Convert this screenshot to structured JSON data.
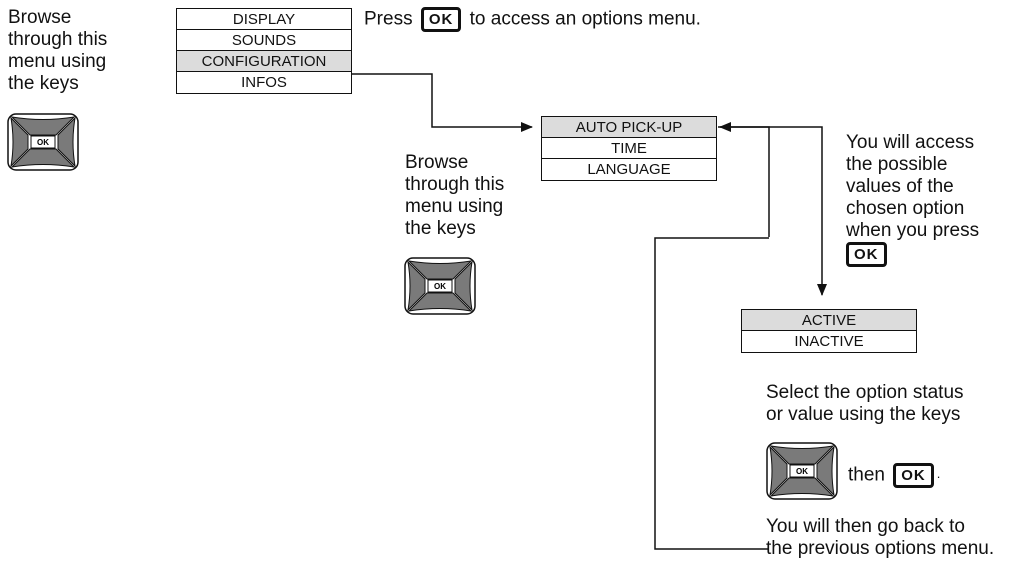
{
  "left_instruction": [
    "Browse",
    "through this",
    "menu using",
    "the keys"
  ],
  "main_menu": [
    "DISPLAY",
    "SOUNDS",
    "CONFIGURATION",
    "INFOS"
  ],
  "press_pre": "Press",
  "press_post": "to access an options menu.",
  "ok_label": "OK",
  "key_label": "OK",
  "config_menu": [
    "AUTO PICK-UP",
    "TIME",
    "LANGUAGE"
  ],
  "middle_instruction": [
    "Browse",
    "through this",
    "menu using",
    "the keys"
  ],
  "right_instruction": [
    "You will access",
    "the possible",
    "values of the",
    "chosen option",
    "when you press"
  ],
  "values_menu": [
    "ACTIVE",
    "INACTIVE"
  ],
  "select_instruction": [
    "Select the option status",
    "or value using the keys"
  ],
  "then_text": "then",
  "then_end": ".",
  "back_instruction": [
    "You will then go back to",
    "the previous options menu."
  ]
}
